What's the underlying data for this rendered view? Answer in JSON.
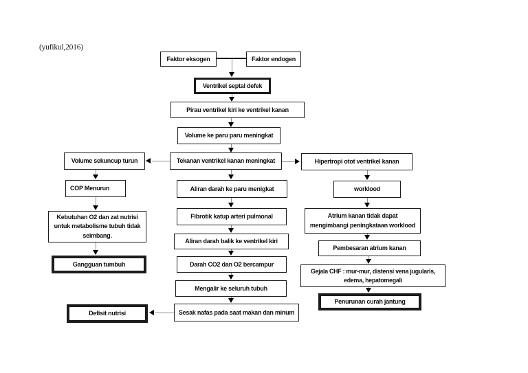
{
  "citation": "(yufikul,2016)",
  "colors": {
    "background": "#ffffff",
    "box_border": "#1c1c1c",
    "connector_line": "#8a8a8a",
    "arrowhead": "#000000"
  },
  "nodes": {
    "faktor_eksogen": "Faktor eksogen",
    "faktor_endogen": "Faktor endogen",
    "ventrikel_septal_defek": "Ventrikel septal defek",
    "pirau": "Pirau ventrikel kiri ke ventrikel kanan",
    "volume_paru": "Volume ke paru paru meningkat",
    "volume_sekuncup": "Volume sekuncup turun",
    "tekanan_ventrikel": "Tekanan ventrikel kanan meningkat",
    "hipertropi": "Hipertropi otot ventrikel kanan",
    "cop_menurun": "COP Menurun",
    "aliran_darah_paru": "Aliran darah ke paru menigkat",
    "worklood": "worklood",
    "kebutuhan": "Kebutuhan O2 dan zat nutrisi untuk metabolisme tubuh tidak seimbang.",
    "fibrotik": "Fibrotik katup arteri pulmonal",
    "atrium_kanan": "Atrium kanan tidak dapat mengimbangi peningkataan worklood",
    "aliran_balik": "Aliran darah balik ke ventrikel kiri",
    "pembesaran": "Pembesaran atrium kanan",
    "gangguan_tumbuh": "Gangguan tumbuh",
    "darah_bercampur": "Darah CO2 dan O2 bercampur",
    "gejala_chf": "Gejala CHF : mur-mur, distensi vena jugularis, edema, hepatomegali",
    "mengalir": "Mengalir ke seluruh tubuh",
    "penurunan_curah": "Penurunan curah jantung",
    "sesak_nafas": "Sesak nafas pada saat makan dan minum",
    "defisit_nutrisi": "Defisit nutrisi"
  }
}
